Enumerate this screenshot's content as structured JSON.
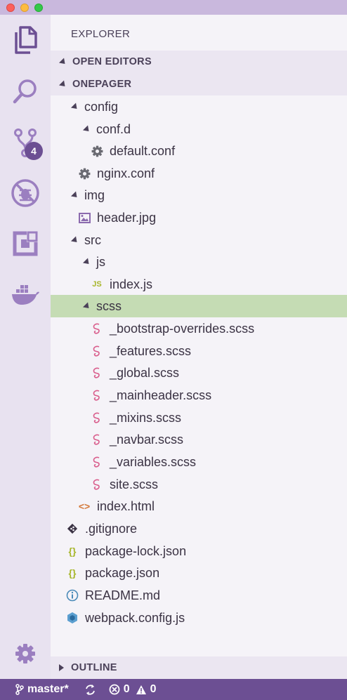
{
  "sidebar": {
    "title": "EXPLORER",
    "sections": {
      "open_editors": "OPEN EDITORS",
      "project": "ONEPAGER",
      "outline": "OUTLINE"
    },
    "tree": [
      {
        "label": "config",
        "kind": "folder"
      },
      {
        "label": "conf.d",
        "kind": "folder"
      },
      {
        "label": "default.conf",
        "kind": "gear"
      },
      {
        "label": "nginx.conf",
        "kind": "gear"
      },
      {
        "label": "img",
        "kind": "folder"
      },
      {
        "label": "header.jpg",
        "kind": "image"
      },
      {
        "label": "src",
        "kind": "folder"
      },
      {
        "label": "js",
        "kind": "folder"
      },
      {
        "label": "index.js",
        "kind": "js"
      },
      {
        "label": "scss",
        "kind": "folder"
      },
      {
        "label": "_bootstrap-overrides.scss",
        "kind": "sass"
      },
      {
        "label": "_features.scss",
        "kind": "sass"
      },
      {
        "label": "_global.scss",
        "kind": "sass"
      },
      {
        "label": "_mainheader.scss",
        "kind": "sass"
      },
      {
        "label": "_mixins.scss",
        "kind": "sass"
      },
      {
        "label": "_navbar.scss",
        "kind": "sass"
      },
      {
        "label": "_variables.scss",
        "kind": "sass"
      },
      {
        "label": "site.scss",
        "kind": "sass"
      },
      {
        "label": "index.html",
        "kind": "html"
      },
      {
        "label": ".gitignore",
        "kind": "git"
      },
      {
        "label": "package-lock.json",
        "kind": "json"
      },
      {
        "label": "package.json",
        "kind": "json"
      },
      {
        "label": "README.md",
        "kind": "info"
      },
      {
        "label": "webpack.config.js",
        "kind": "webpack"
      }
    ]
  },
  "activity": {
    "scm_badge": "4",
    "icons": [
      "files-icon",
      "search-icon",
      "source-control-icon",
      "debug-icon",
      "extensions-icon",
      "docker-icon",
      "settings-gear-icon"
    ]
  },
  "statusbar": {
    "branch": "master*",
    "errors": "0",
    "warnings": "0"
  },
  "colors": {
    "accent": "#6c4f93",
    "selection": "#c5dcb4",
    "sidebar_bg": "#f5f3f8",
    "activity_bg": "#e8e2f0"
  }
}
